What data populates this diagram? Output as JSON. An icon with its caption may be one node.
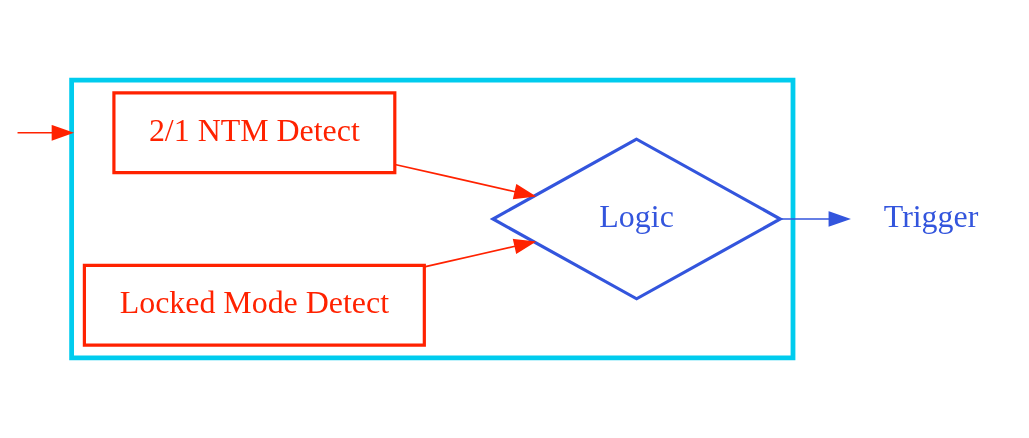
{
  "diagram": {
    "nodes": [
      {
        "text": [],
        "shape": "box"
      },
      {
        "text": [
          "2/1 NTM Detect"
        ],
        "in": 0
      },
      {
        "text": [
          "Locked Mode Detect"
        ],
        "in": 0
      },
      {
        "text": [
          "Logic"
        ],
        "in": 0
      },
      {
        "text": [
          "Trigger"
        ]
      }
    ],
    "edges": [
      {
        "from": null,
        "to": 0,
        "arrow": "to"
      },
      {
        "from": 1,
        "to": 3,
        "arrow": "to"
      },
      {
        "from": 2,
        "to": 3,
        "arrow": "to"
      },
      {
        "from": 3,
        "to": 4,
        "arrow": "to",
        "color": "#3355dd"
      }
    ]
  }
}
